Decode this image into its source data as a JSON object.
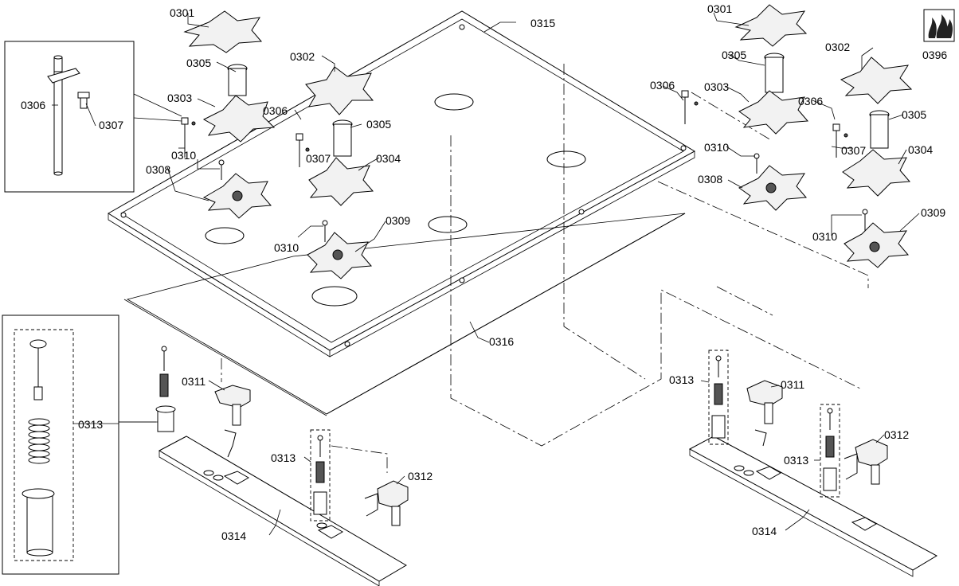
{
  "labels": {
    "p0301": "0301",
    "p0302": "0302",
    "p0303": "0303",
    "p0304": "0304",
    "p0305": "0305",
    "p0306": "0306",
    "p0307": "0307",
    "p0308": "0308",
    "p0309": "0309",
    "p0310": "0310",
    "p0311": "0311",
    "p0312": "0312",
    "p0313": "0313",
    "p0314": "0314",
    "p0315": "0315",
    "p0316": "0316",
    "p0396": "0396"
  }
}
